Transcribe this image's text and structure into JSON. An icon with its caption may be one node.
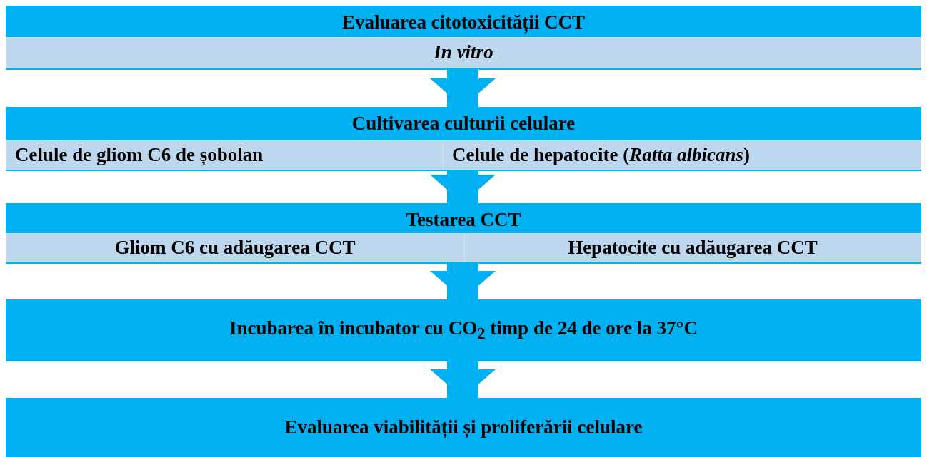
{
  "diagram": {
    "nodes": [
      {
        "text": [
          "Evaluarea citotoxicității CCT"
        ]
      },
      {
        "text": [
          "In vitro"
        ],
        "in": 0
      },
      {
        "text": [
          "Cultivarea culturii celulare"
        ]
      },
      {
        "text": [
          "Celule de gliom C6 de șobolan"
        ],
        "in": 2
      },
      {
        "text": [
          "Celule de hepatocite (*Ratta albicans*)"
        ],
        "in": 2
      },
      {
        "text": [
          "Testarea CCT"
        ]
      },
      {
        "text": [
          "Gliom C6 cu adăugarea CCT"
        ],
        "in": 5
      },
      {
        "text": [
          "Hepatocite cu adăugarea CCT"
        ],
        "in": 5
      },
      {
        "text": [
          "Incubarea în incubator cu CO$_{2}$ timp de 24 de ore la 37°C"
        ]
      },
      {
        "text": [
          "Evaluarea viabilității și proliferării celulare"
        ]
      }
    ],
    "edges": [
      {
        "from": 0,
        "to": 2,
        "arrow": "to"
      },
      {
        "from": 2,
        "to": 5,
        "arrow": "to"
      },
      {
        "from": 5,
        "to": 8,
        "arrow": "to"
      },
      {
        "from": 8,
        "to": 9,
        "arrow": "to"
      }
    ]
  }
}
